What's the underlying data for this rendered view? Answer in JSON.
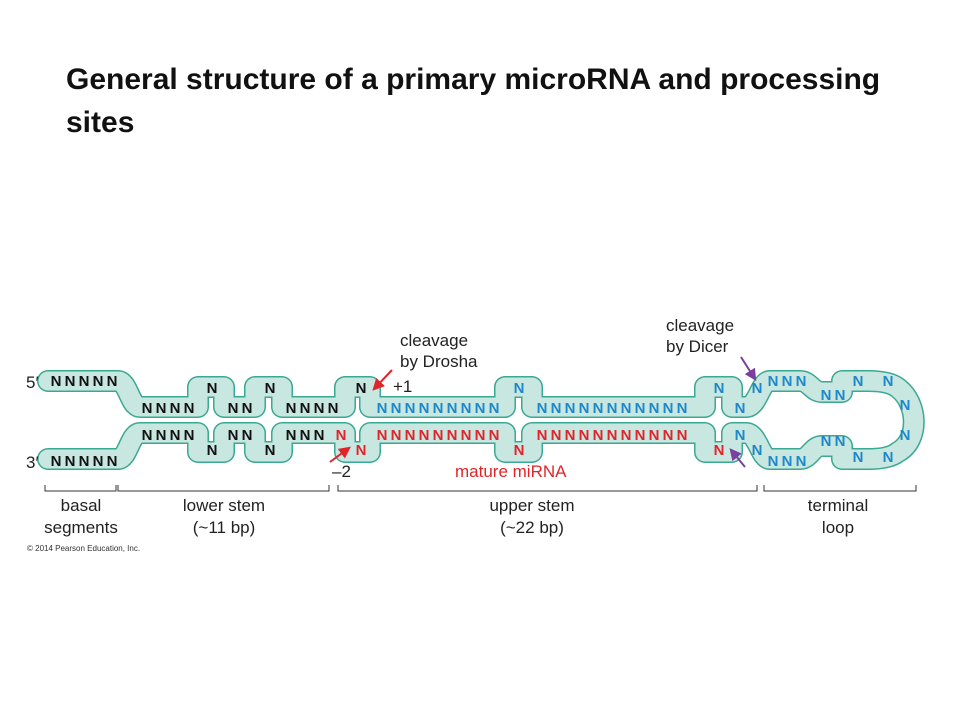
{
  "title": "General structure of a primary microRNA and processing sites",
  "colors": {
    "strand_fill": "#c9e7e1",
    "strand_stroke": "#3aa892",
    "blue": "#1e88c8",
    "red": "#e0242a",
    "black": "#111111",
    "drosha_arrow": "#e0242a",
    "dicer_arrow": "#7b3fa0"
  },
  "nucleotide_symbol": "N",
  "labels": {
    "five_prime": "5′",
    "three_prime": "3′",
    "drosha": [
      "cleavage",
      "by Drosha"
    ],
    "dicer": [
      "cleavage",
      "by Dicer"
    ],
    "plus_one": "+1",
    "minus_two": "–2",
    "mature_mirna": "mature miRNA"
  },
  "regions": [
    {
      "name": "basal",
      "line2": "segments"
    },
    {
      "name": "lower stem",
      "line2": "(~11 bp)"
    },
    {
      "name": "upper stem",
      "line2": "(~22 bp)"
    },
    {
      "name": "terminal",
      "line2": "loop"
    }
  ],
  "copyright": "© 2014 Pearson Education, Inc."
}
